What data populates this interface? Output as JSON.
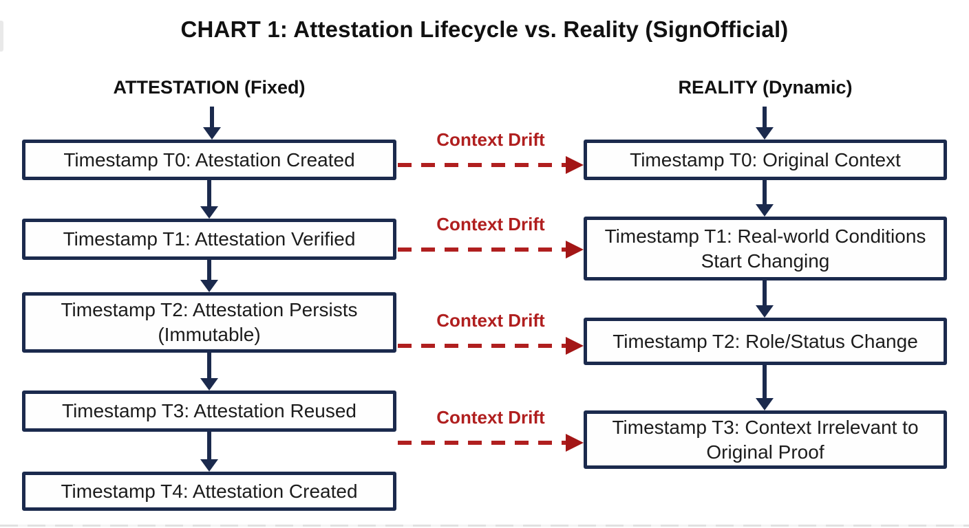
{
  "title": "CHART 1: Attestation Lifecycle vs. Reality (SignOfficial)",
  "colors": {
    "navy": "#1b2a4d",
    "red": "#b01f1f",
    "red-dark": "#a31616",
    "ink": "#111111",
    "boxfill": "#fefefe",
    "bg": "#ffffff"
  },
  "columns": {
    "left": {
      "header": "ATTESTATION (Fixed)",
      "boxes": [
        {
          "label": "Timestamp T0: Atestation Created"
        },
        {
          "label": "Timestamp T1: Attestation Verified"
        },
        {
          "label": "Timestamp T2: Attestation Persists (Immutable)"
        },
        {
          "label": "Timestamp T3: Attestation Reused"
        },
        {
          "label": "Timestamp T4: Attestation Created"
        }
      ]
    },
    "right": {
      "header": "REALITY (Dynamic)",
      "boxes": [
        {
          "label": "Timestamp T0: Original Context"
        },
        {
          "label": "Timestamp T1: Real-world Conditions Start Changing"
        },
        {
          "label": "Timestamp T2: Role/Status Change"
        },
        {
          "label": "Timestamp T3: Context Irrelevant to Original Proof"
        }
      ]
    }
  },
  "connectors": [
    {
      "label": "Context Drift"
    },
    {
      "label": "Context Drift"
    },
    {
      "label": "Context Drift"
    },
    {
      "label": "Context Drift"
    }
  ]
}
